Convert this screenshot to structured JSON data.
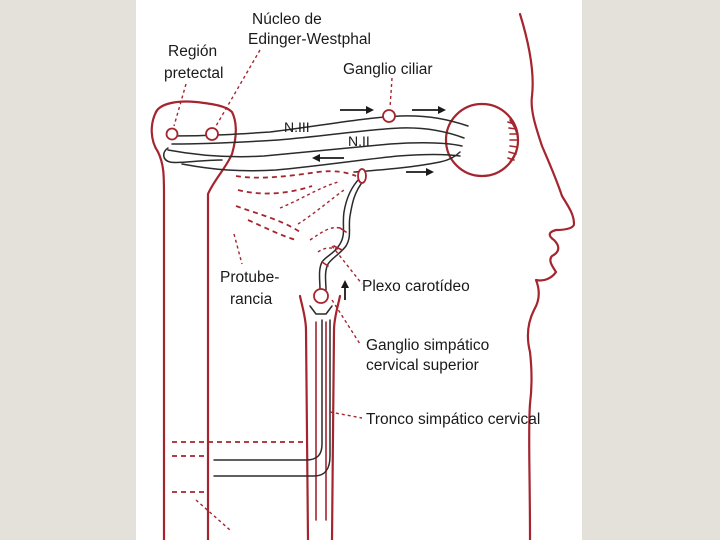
{
  "labels": {
    "edinger_westphal": [
      "Núcleo de",
      "Edinger-Westphal"
    ],
    "pretectal": [
      "Región",
      "pretectal"
    ],
    "ciliary_ganglion": "Ganglio ciliar",
    "nerve_iii": "N.III",
    "nerve_ii": "N.II",
    "pons": [
      "Protube-",
      "rancia"
    ],
    "carotid_plexus": "Plexo carotídeo",
    "superior_cervical_ganglion": [
      "Ganglio simpático",
      "cervical superior"
    ],
    "cervical_sympathetic_trunk": "Tronco simpático cervical"
  },
  "colors": {
    "line_red": "#a5252f",
    "ink": "#1a1a1a",
    "paper": "#ffffff",
    "background": "#e4e1da"
  }
}
